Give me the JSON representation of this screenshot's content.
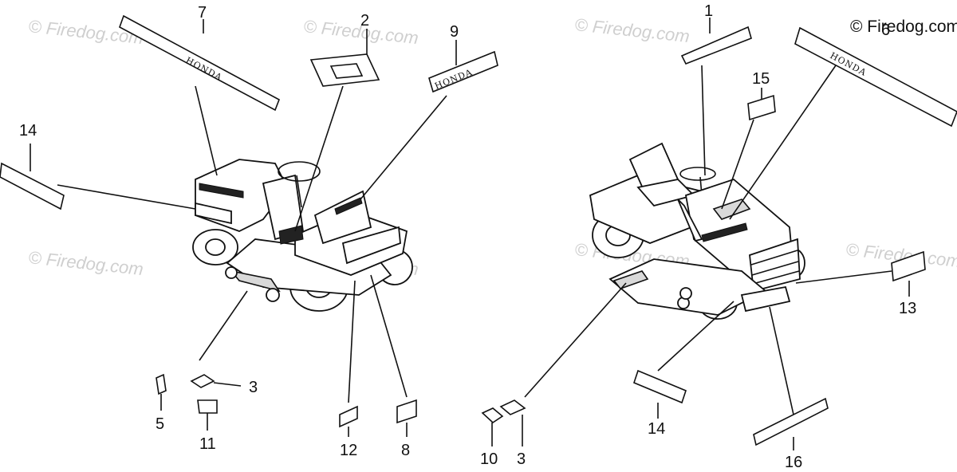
{
  "copyright": "© Firedog.com",
  "watermark": "© Firedog.com",
  "brand_text": "HONDA",
  "callouts": {
    "left": {
      "n7": "7",
      "n2": "2",
      "n9": "9",
      "n14": "14",
      "n3": "3",
      "n5": "5",
      "n11": "11",
      "n12": "12",
      "n8": "8"
    },
    "right": {
      "n1": "1",
      "n6": "6",
      "n15": "15",
      "n13": "13",
      "n14": "14",
      "n16": "16",
      "n10": "10",
      "n3": "3"
    }
  }
}
